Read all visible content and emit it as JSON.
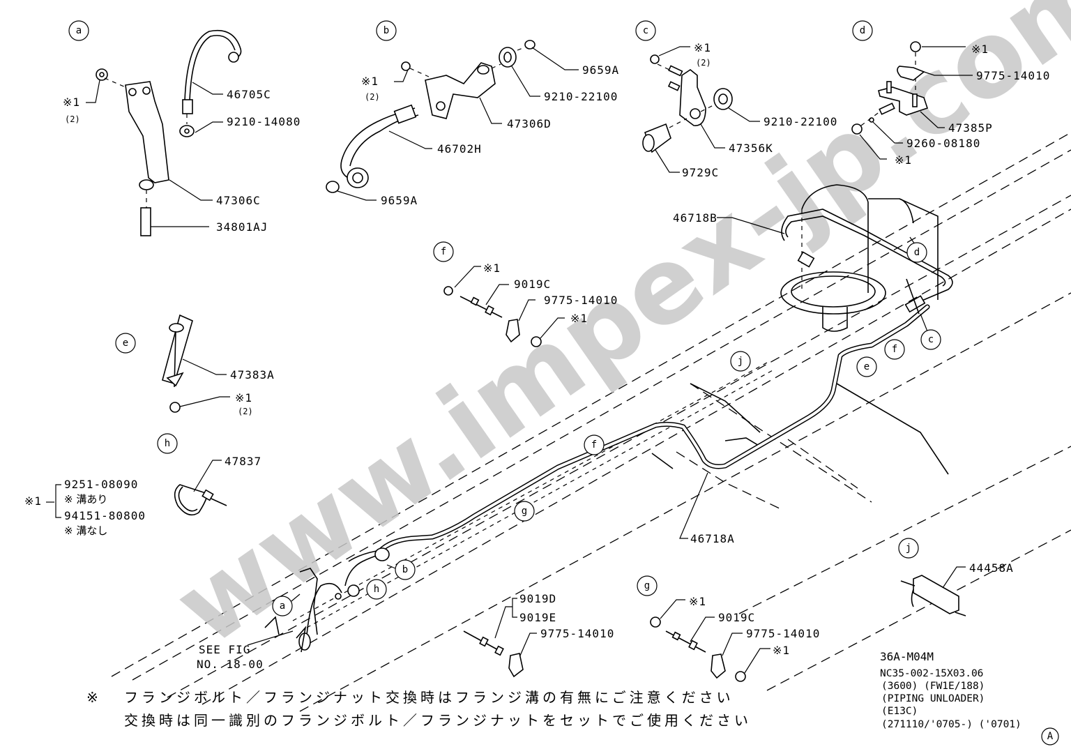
{
  "watermark": "www.impex-jp.com",
  "callouts": {
    "a": "a",
    "b": "b",
    "c": "c",
    "d": "d",
    "e": "e",
    "f": "f",
    "g": "g",
    "h": "h",
    "j": "j",
    "A": "A"
  },
  "mark": "※1",
  "qty2": "(2)",
  "groups": {
    "a": {
      "parts": [
        "46705C",
        "9210-14080",
        "47306C",
        "34801AJ"
      ]
    },
    "b": {
      "parts": [
        "9659A",
        "9210-22100",
        "47306D",
        "46702H",
        "9659A"
      ]
    },
    "c": {
      "parts": [
        "9210-22100",
        "47356K",
        "9729C"
      ]
    },
    "d": {
      "parts": [
        "9775-14010",
        "47385P",
        "9260-08180"
      ]
    },
    "e": {
      "parts": [
        "47383A"
      ]
    },
    "f": {
      "parts": [
        "9019C",
        "9775-14010"
      ]
    },
    "g": {
      "parts": [
        "9019C",
        "9775-14010"
      ]
    },
    "h": {
      "parts": [
        "47837"
      ]
    },
    "j": {
      "parts": [
        "44458A"
      ]
    },
    "misc": {
      "parts": [
        "46718B",
        "46718A",
        "9019D",
        "9019E",
        "9775-14010"
      ]
    }
  },
  "legend": {
    "mark": "※1",
    "option1_part": "9251-08090",
    "option1_note": "※ 溝あり",
    "option2_part": "94151-80800",
    "option2_note": "※ 溝なし"
  },
  "see_fig": {
    "line1": "SEE FIG",
    "line2": "NO. 18-00"
  },
  "notes": {
    "mark": "※",
    "line1": "フランジボルト／フランジナット交換時はフランジ溝の有無にご注意ください",
    "line2": "交換時は同一識別のフランジボルト／フランジナットをセットでご使用ください"
  },
  "reference": {
    "code": "36A-M04M",
    "line1": "NC35-002-15X03.06",
    "line2": "(3600) (FW1E/188)",
    "line3": "(PIPING UNLOADER)",
    "line4": "(E13C)",
    "line5": "(271110/'0705-) ('0701)"
  }
}
